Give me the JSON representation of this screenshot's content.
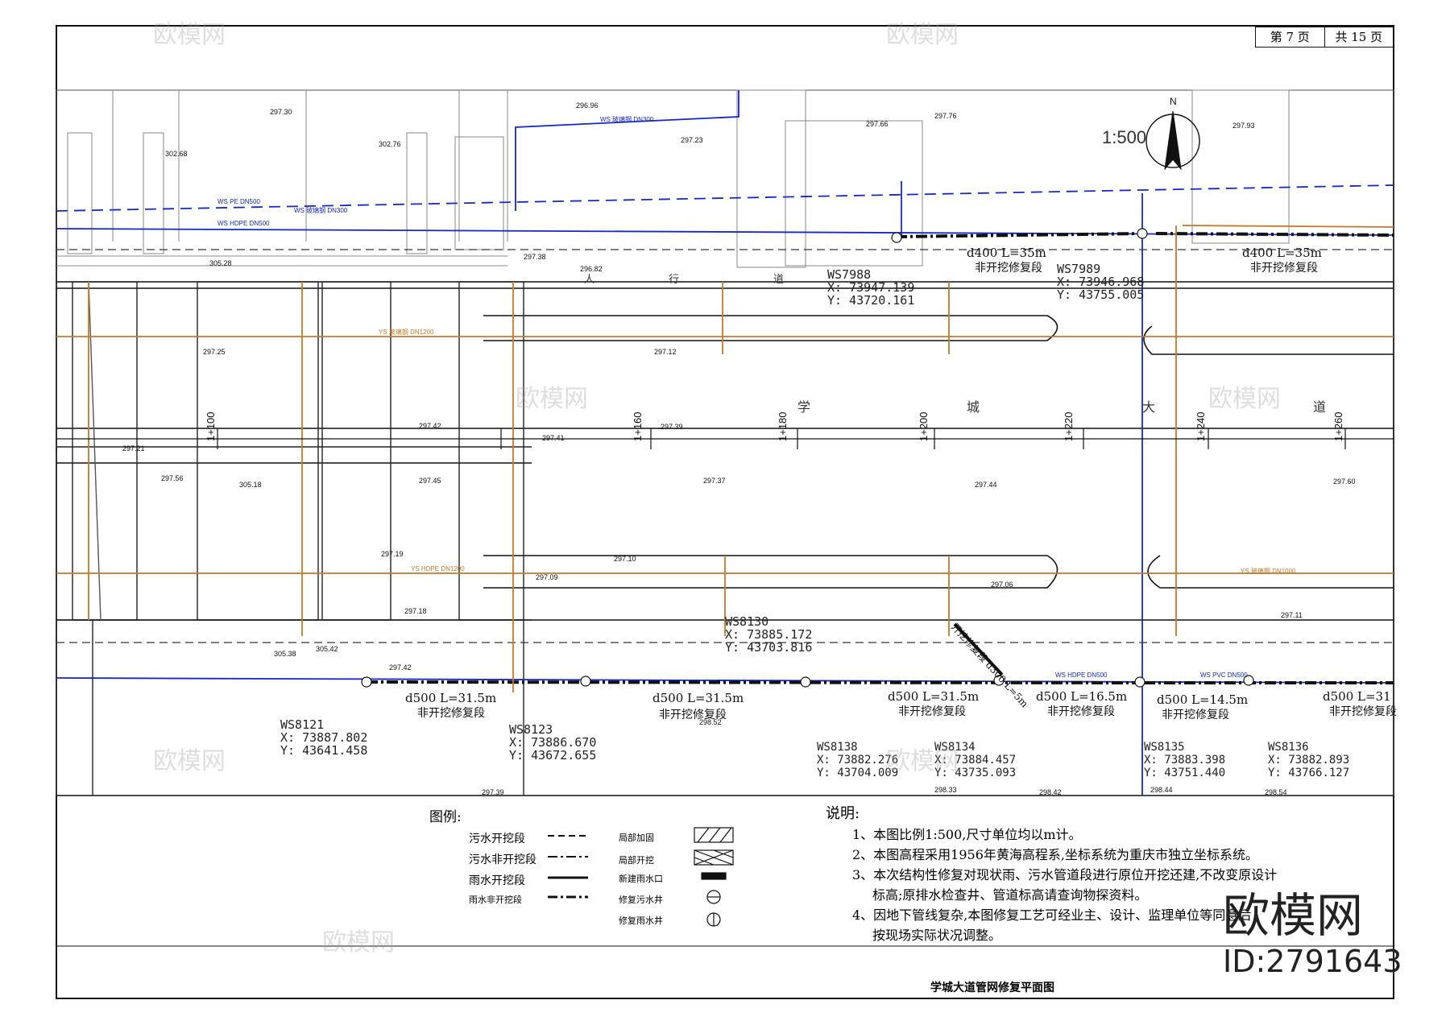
{
  "header": {
    "page": "第 7 页",
    "total": "共 15 页"
  },
  "scale": "1:500",
  "north": "N",
  "streets": [
    "学",
    "城",
    "大",
    "道",
    "人",
    "行",
    "道"
  ],
  "pipe_labels": [
    "WS PE DN500",
    "WS 玻璃钢 DN300",
    "WS HDPE DN500",
    "WS 玻璃钢 DN300",
    "YS 玻璃钢 DN1200",
    "YS HDPE DN1200",
    "YS 玻璃钢 DN1000",
    "WS HDPE DN500",
    "WS PVC DN500"
  ],
  "segments": [
    {
      "size": "d400",
      "length": "L=35m",
      "type": "非开挖修复段"
    },
    {
      "size": "d400",
      "length": "L=35m",
      "type": "非开挖修复段"
    },
    {
      "size": "d500",
      "length": "L=31.5m",
      "type": "非开挖修复段"
    },
    {
      "size": "d500",
      "length": "L=31.5m",
      "type": "非开挖修复段"
    },
    {
      "size": "d500",
      "length": "L=31.5m",
      "type": "非开挖修复段"
    },
    {
      "size": "d500",
      "length": "L=16.5m",
      "type": "非开挖修复段"
    },
    {
      "size": "d500",
      "length": "L=14.5m",
      "type": "非开挖修复段"
    },
    {
      "size": "d500",
      "length": "L=31",
      "type": "非开挖修复段"
    },
    {
      "size": "d300",
      "length": "L=5m",
      "type": "开挖修复段"
    }
  ],
  "manholes": [
    {
      "id": "WS7988",
      "x": "X: 73947.139",
      "y": "Y: 43720.161"
    },
    {
      "id": "WS7989",
      "x": "X: 73946.968",
      "y": "Y: 43755.005"
    },
    {
      "id": "WS8130",
      "x": "X: 73885.172",
      "y": "Y: 43703.816"
    },
    {
      "id": "WS8121",
      "x": "X: 73887.802",
      "y": "Y: 43641.458"
    },
    {
      "id": "WS8123",
      "x": "X: 73886.670",
      "y": "Y: 43672.655"
    },
    {
      "id": "WS8138",
      "x": "X: 73882.276",
      "y": "Y: 43704.009"
    },
    {
      "id": "WS8134",
      "x": "X: 73884.457",
      "y": "Y: 43735.093"
    },
    {
      "id": "WS8135",
      "x": "X: 73883.398",
      "y": "Y: 43751.440"
    },
    {
      "id": "WS8136",
      "x": "X: 73882.893",
      "y": "Y: 43766.127"
    }
  ],
  "stations": [
    "1+100",
    "1+160",
    "1+180",
    "1+200",
    "1+220",
    "1+240",
    "1+260"
  ],
  "elevations": [
    "297.30",
    "302.68",
    "302.76",
    "296.96",
    "297.23",
    "297.66",
    "297.76",
    "297.93",
    "297.38",
    "296.82",
    "297.12",
    "297.25",
    "297.39",
    "297.41",
    "297.42",
    "297.45",
    "297.56",
    "297.37",
    "297.44",
    "297.60",
    "297.21",
    "297.19",
    "297.10",
    "297.09",
    "297.06",
    "297.11",
    "297.18",
    "297.42",
    "298.52",
    "298.33",
    "298.42",
    "298.44",
    "298.54",
    "297.39",
    "305.18",
    "305.28",
    "305.38",
    "305.42"
  ],
  "legend": {
    "title": "图例:",
    "rows": [
      {
        "label": "污水开挖段"
      },
      {
        "label": "污水非开挖段"
      },
      {
        "label": "雨水开挖段"
      },
      {
        "label": "雨水非开挖段"
      }
    ],
    "symbols": [
      {
        "label": "局部加固"
      },
      {
        "label": "局部开挖"
      },
      {
        "label": "新建雨水口"
      },
      {
        "label": "修复污水井"
      },
      {
        "label": "修复雨水井"
      }
    ]
  },
  "notes": {
    "title": "说明:",
    "items": [
      "1、本图比例1:500,尺寸单位均以m计。",
      "2、本图高程采用1956年黄海高程系,坐标系统为重庆市独立坐标系统。",
      "3、本次结构性修复对现状雨、污水管道段进行原位开挖还建,不改变原设计",
      "标高;原排水检查井、管道标高请查询物探资料。",
      "4、因地下管线复杂,本图修复工艺可经业主、设计、监理单位等同意后",
      "按现场实际状况调整。"
    ]
  },
  "sheet_title": "学城大道管网修复平面图",
  "watermark": {
    "brand": "欧模网",
    "id": "ID:2791643",
    "faint": "欧模网"
  },
  "colors": {
    "sewer": "#1428c8",
    "rain": "#c8782a",
    "line": "#111111",
    "grid": "#777777"
  }
}
